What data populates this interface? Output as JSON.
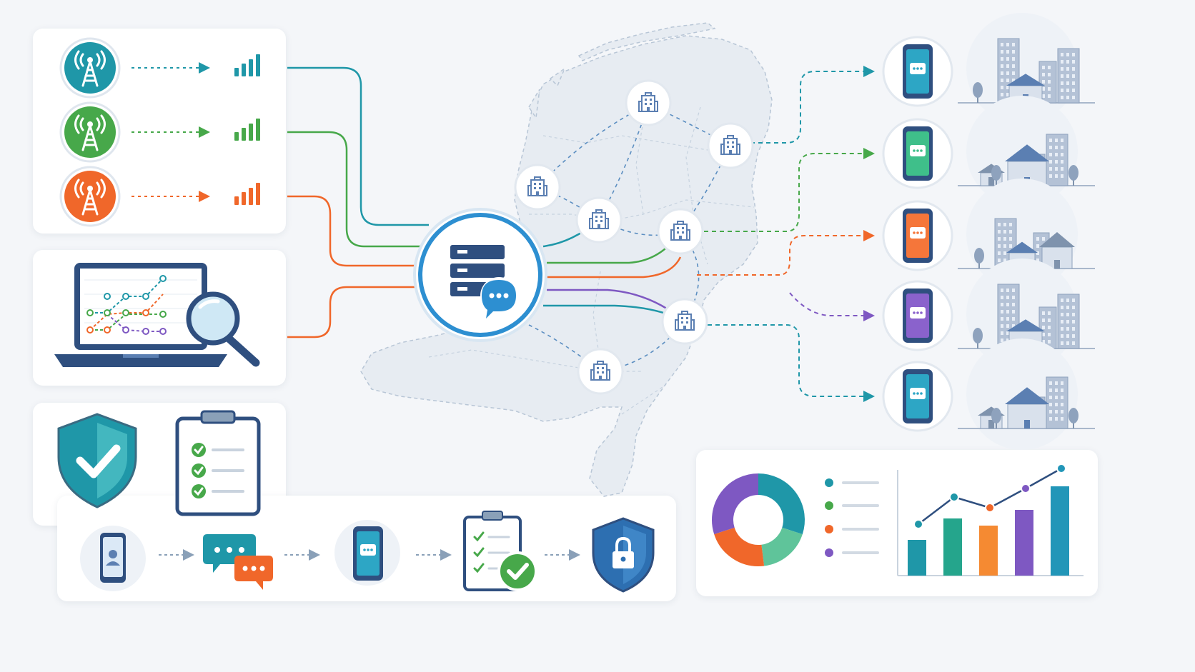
{
  "colors": {
    "teal": "#1f97a8",
    "green": "#47a84a",
    "orange": "#f0672a",
    "purple": "#7e58c2",
    "blue": "#2d6fb1",
    "navy": "#2f4f7f",
    "map_fill": "#e7ecf2",
    "map_stroke": "#b8c6d6",
    "building": "#5b7fb2"
  },
  "icons": {
    "towers": [
      "cell-tower-icon",
      "cell-tower-icon",
      "cell-tower-icon"
    ],
    "signal": "signal-bars-icon",
    "laptop": "laptop-chart-icon",
    "magnifier": "magnifier-icon",
    "shield_check": "shield-check-icon",
    "checklist": "clipboard-checklist-icon",
    "hub": "server-chat-icon",
    "city_node": "building-icon",
    "phone": "smartphone-chat-icon",
    "city_scene": "city-skyline-icon",
    "flow": [
      "phone-user-icon",
      "chat-bubbles-icon",
      "phone-message-icon",
      "clipboard-approved-icon",
      "shield-lock-icon"
    ],
    "donut": "donut-chart-icon",
    "bars": "bar-line-chart-icon"
  },
  "chart_data": [
    {
      "type": "pie",
      "values": [
        30,
        18,
        22,
        30
      ],
      "colors": [
        "#1f97a8",
        "#5fc49a",
        "#f0672a",
        "#7e58c2"
      ]
    },
    {
      "type": "bar",
      "values": [
        50,
        80,
        70,
        92,
        125
      ],
      "line": [
        72,
        110,
        95,
        122,
        150
      ],
      "colors": [
        "#1f97a8",
        "#25a58c",
        "#f58a32",
        "#7e58c2",
        "#2296b8"
      ]
    }
  ]
}
